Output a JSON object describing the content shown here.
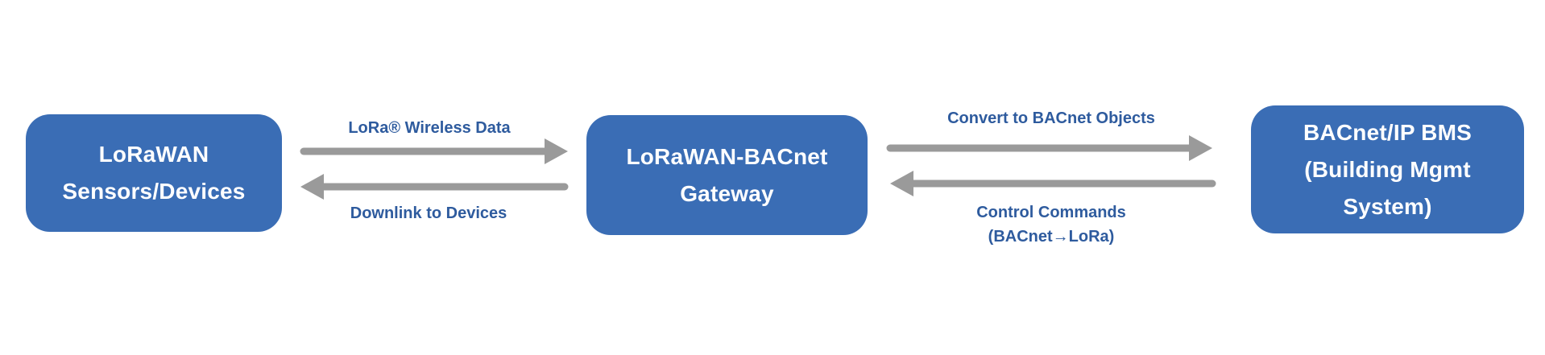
{
  "colors": {
    "background": "#ffffff",
    "node_fill": "#3a6db5",
    "node_text": "#ffffff",
    "edge_label_text": "#2e5b9e",
    "arrow": "#9a9a9a"
  },
  "diagram": {
    "type": "flow",
    "nodes": [
      {
        "id": "lorawan-sensors",
        "label": "LoRaWAN\nSensors/Devices"
      },
      {
        "id": "gateway",
        "label": "LoRaWAN-BACnet\nGateway"
      },
      {
        "id": "bms",
        "label": "BACnet/IP BMS\n(Building Mgmt\nSystem)"
      }
    ],
    "edges": [
      {
        "from": "lorawan-sensors",
        "to": "gateway",
        "direction": "right",
        "label": "LoRa® Wireless Data",
        "label_position": "above"
      },
      {
        "from": "gateway",
        "to": "lorawan-sensors",
        "direction": "left",
        "label": "Downlink to Devices",
        "label_position": "below"
      },
      {
        "from": "gateway",
        "to": "bms",
        "direction": "right",
        "label": "Convert to BACnet Objects",
        "label_position": "above"
      },
      {
        "from": "bms",
        "to": "gateway",
        "direction": "left",
        "label": "Control Commands\n(BACnet→LoRa)",
        "label_position": "below"
      }
    ]
  }
}
